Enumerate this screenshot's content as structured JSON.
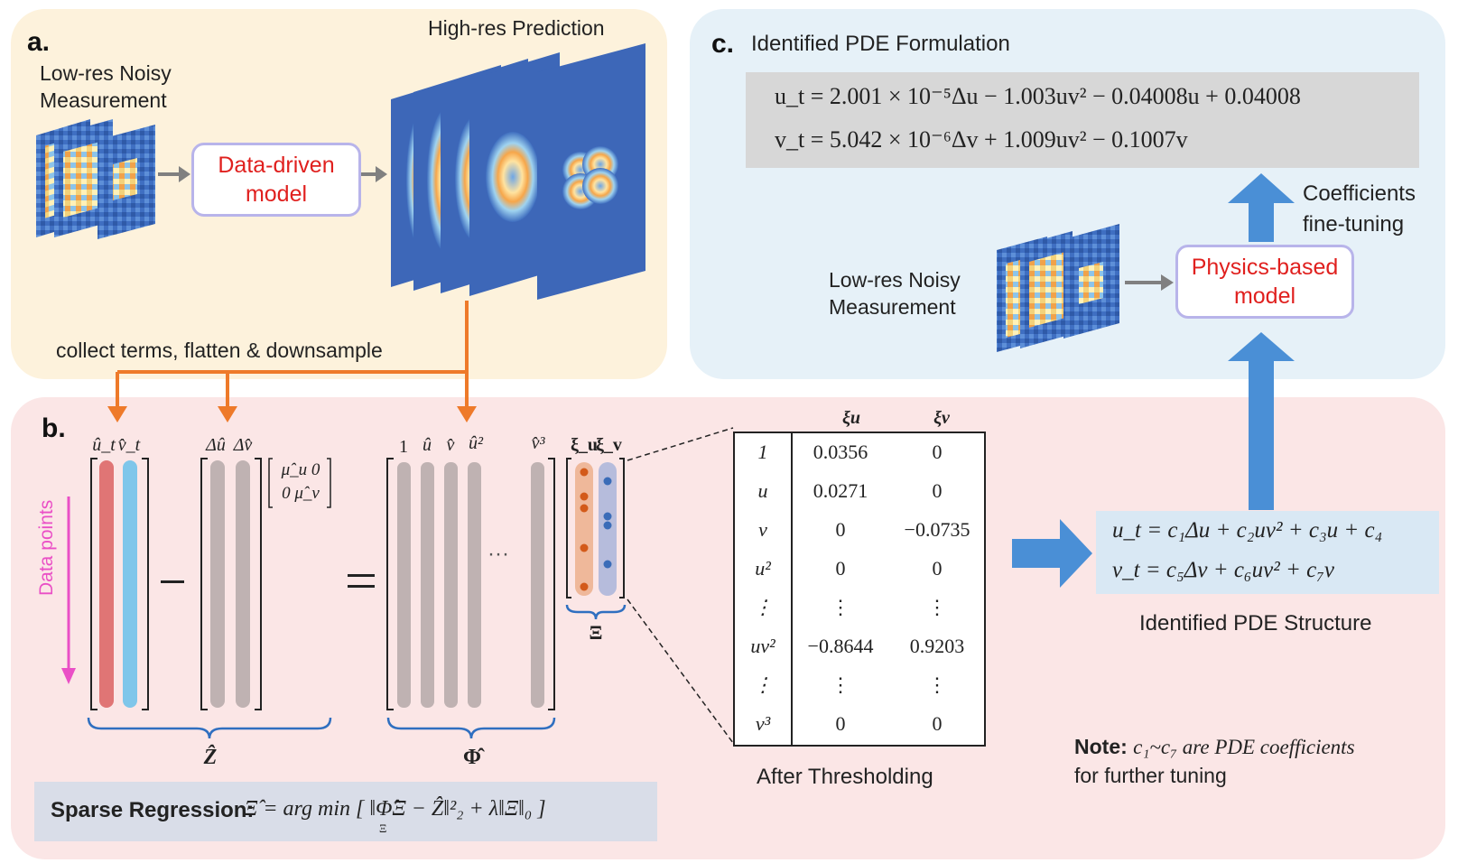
{
  "panel_a": {
    "label": "a.",
    "low_res_label": [
      "Low-res Noisy",
      "Measurement"
    ],
    "model_label": [
      "Data-driven",
      "model"
    ],
    "high_res_label": "High-res Prediction",
    "collect_label": "collect terms, flatten & downsample"
  },
  "panel_b": {
    "label": "b.",
    "data_points_label": "Data points",
    "col_labels": {
      "ut": "û_t",
      "vt": "v̂_t",
      "du": "Δû",
      "dv": "Δv̂",
      "one": "1",
      "u": "û",
      "v": "v̂",
      "u2": "û²",
      "v3": "v̂³",
      "xi_u": "ξ_u",
      "xi_v": "ξ_v"
    },
    "mu_matrix": [
      "μ̂_u  0",
      "0  μ̂_v"
    ],
    "minus": "−",
    "equals": "=",
    "dots": "···",
    "z_label": "Ẑ",
    "phi_label": "Φ̂",
    "xi_label": "Ξ",
    "sparse_bold": "Sparse Regression:",
    "sparse_formula": "Ξ̂ = arg min [ ‖Φ̂Ξ − Ẑ‖²₂ + λ‖Ξ‖₀ ]",
    "sparse_sub": "Ξ"
  },
  "threshold_table": {
    "header_u": "ξu",
    "header_v": "ξv",
    "rows": [
      {
        "term": "1",
        "xu": "0.0356",
        "xv": "0"
      },
      {
        "term": "u",
        "xu": "0.0271",
        "xv": "0"
      },
      {
        "term": "v",
        "xu": "0",
        "xv": "−0.0735"
      },
      {
        "term": "u²",
        "xu": "0",
        "xv": "0"
      },
      {
        "term": "⋮",
        "xu": "⋮",
        "xv": "⋮"
      },
      {
        "term": "uv²",
        "xu": "−0.8644",
        "xv": "0.9203"
      },
      {
        "term": "⋮",
        "xu": "⋮",
        "xv": "⋮"
      },
      {
        "term": "v³",
        "xu": "0",
        "xv": "0"
      }
    ],
    "caption": "After Thresholding"
  },
  "structure": {
    "eq1": "u_t = c₁Δu + c₂uv² + c₃u + c₄",
    "eq2": "v_t = c₅Δv + c₆uv² + c₇v",
    "caption": "Identified PDE Structure",
    "note_bold": "Note:",
    "note_text1": "c₁~c₇ are PDE coefficients",
    "note_text2": "for further tuning"
  },
  "panel_c": {
    "label": "c.",
    "title": "Identified PDE Formulation",
    "eq1": "u_t = 2.001 × 10⁻⁵Δu − 1.003uv² − 0.04008u + 0.04008",
    "eq2": "v_t = 5.042 × 10⁻⁶Δv + 1.009uv² − 0.1007v",
    "low_res_label": [
      "Low-res Noisy",
      "Measurement"
    ],
    "model_label": [
      "Physics-based",
      "model"
    ],
    "finetune_label": [
      "Coefficients",
      "fine-tuning"
    ]
  },
  "colors": {
    "orange": "#ee7a2a",
    "blue_arrow": "#4a8fd6",
    "red_bar": "#e07575",
    "blue_bar": "#7fc6ea",
    "gray_bar": "#bfb2b2",
    "model_red": "#e0201e",
    "magenta": "#ea4fc6"
  }
}
